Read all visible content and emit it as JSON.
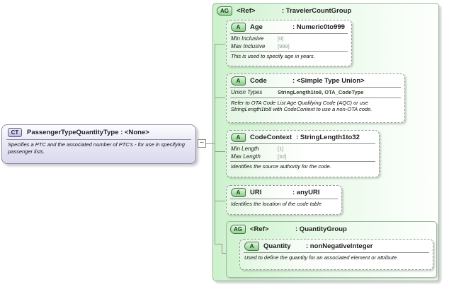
{
  "colors": {
    "container_green": "#ccf2cc",
    "badge_green": "#92d492",
    "complex_type_lavender": "#d9d9ee",
    "connector_gray": "#999999"
  },
  "complex_type": {
    "badge": "CT",
    "title": "PassengerTypeQuantityType : <None>",
    "description": "Specifies a PTC and the associated number of PTC's - for use in specifying passenger lists.",
    "collapse_glyph": "−"
  },
  "traveler_count_group": {
    "badge": "AG",
    "ref": "<Ref>",
    "type": ": TravelerCountGroup",
    "attributes": [
      {
        "badge": "A",
        "name": "Age",
        "type": ": Numeric0to999",
        "facets": [
          {
            "label": "Min Inclusive",
            "value": "[0]"
          },
          {
            "label": "Max Inclusive",
            "value": "[999]"
          }
        ],
        "description": "This is used to specify age in years."
      },
      {
        "badge": "A",
        "name": "Code",
        "type": ": <Simple Type Union>",
        "facets": [
          {
            "label": "Union Types",
            "value": "StringLength1to8, OTA_CodeType"
          }
        ],
        "description": "Refer to OTA Code List Age Qualifying Code (AQC) or use StringLength1to8 with CodeContext to use a non-OTA code."
      },
      {
        "badge": "A",
        "name": "CodeContext",
        "type": ": StringLength1to32",
        "facets": [
          {
            "label": "Min Length",
            "value": "[1]"
          },
          {
            "label": "Max Length",
            "value": "[32]"
          }
        ],
        "description": "Identifies the source authority for the code."
      },
      {
        "badge": "A",
        "name": "URI",
        "type": ": anyURI",
        "facets": [],
        "description": "Identifies the location of the code table"
      }
    ],
    "quantity_group": {
      "badge": "AG",
      "ref": "<Ref>",
      "type": ": QuantityGroup",
      "attribute": {
        "badge": "A",
        "name": "Quantity",
        "type": ": nonNegativeInteger",
        "description": "Used to define the quantity for an associated element or attribute."
      }
    }
  }
}
